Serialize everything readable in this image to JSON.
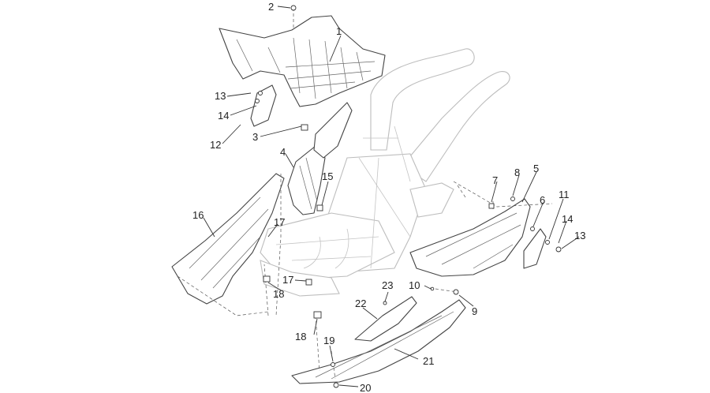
{
  "callouts": [
    {
      "id": "c1",
      "label": "1"
    },
    {
      "id": "c2",
      "label": "2"
    },
    {
      "id": "c3",
      "label": "3"
    },
    {
      "id": "c4",
      "label": "4"
    },
    {
      "id": "c5",
      "label": "5"
    },
    {
      "id": "c6",
      "label": "6"
    },
    {
      "id": "c7",
      "label": "7"
    },
    {
      "id": "c8",
      "label": "8"
    },
    {
      "id": "c9",
      "label": "9"
    },
    {
      "id": "c10",
      "label": "10"
    },
    {
      "id": "c11",
      "label": "11"
    },
    {
      "id": "c12",
      "label": "12"
    },
    {
      "id": "c13a",
      "label": "13"
    },
    {
      "id": "c13b",
      "label": "13"
    },
    {
      "id": "c14a",
      "label": "14"
    },
    {
      "id": "c14b",
      "label": "14"
    },
    {
      "id": "c15",
      "label": "15"
    },
    {
      "id": "c16",
      "label": "16"
    },
    {
      "id": "c17a",
      "label": "17"
    },
    {
      "id": "c17b",
      "label": "17"
    },
    {
      "id": "c18a",
      "label": "18"
    },
    {
      "id": "c18b",
      "label": "18"
    },
    {
      "id": "c19",
      "label": "19"
    },
    {
      "id": "c20",
      "label": "20"
    },
    {
      "id": "c21",
      "label": "21"
    },
    {
      "id": "c22",
      "label": "22"
    },
    {
      "id": "c23",
      "label": "23"
    }
  ]
}
